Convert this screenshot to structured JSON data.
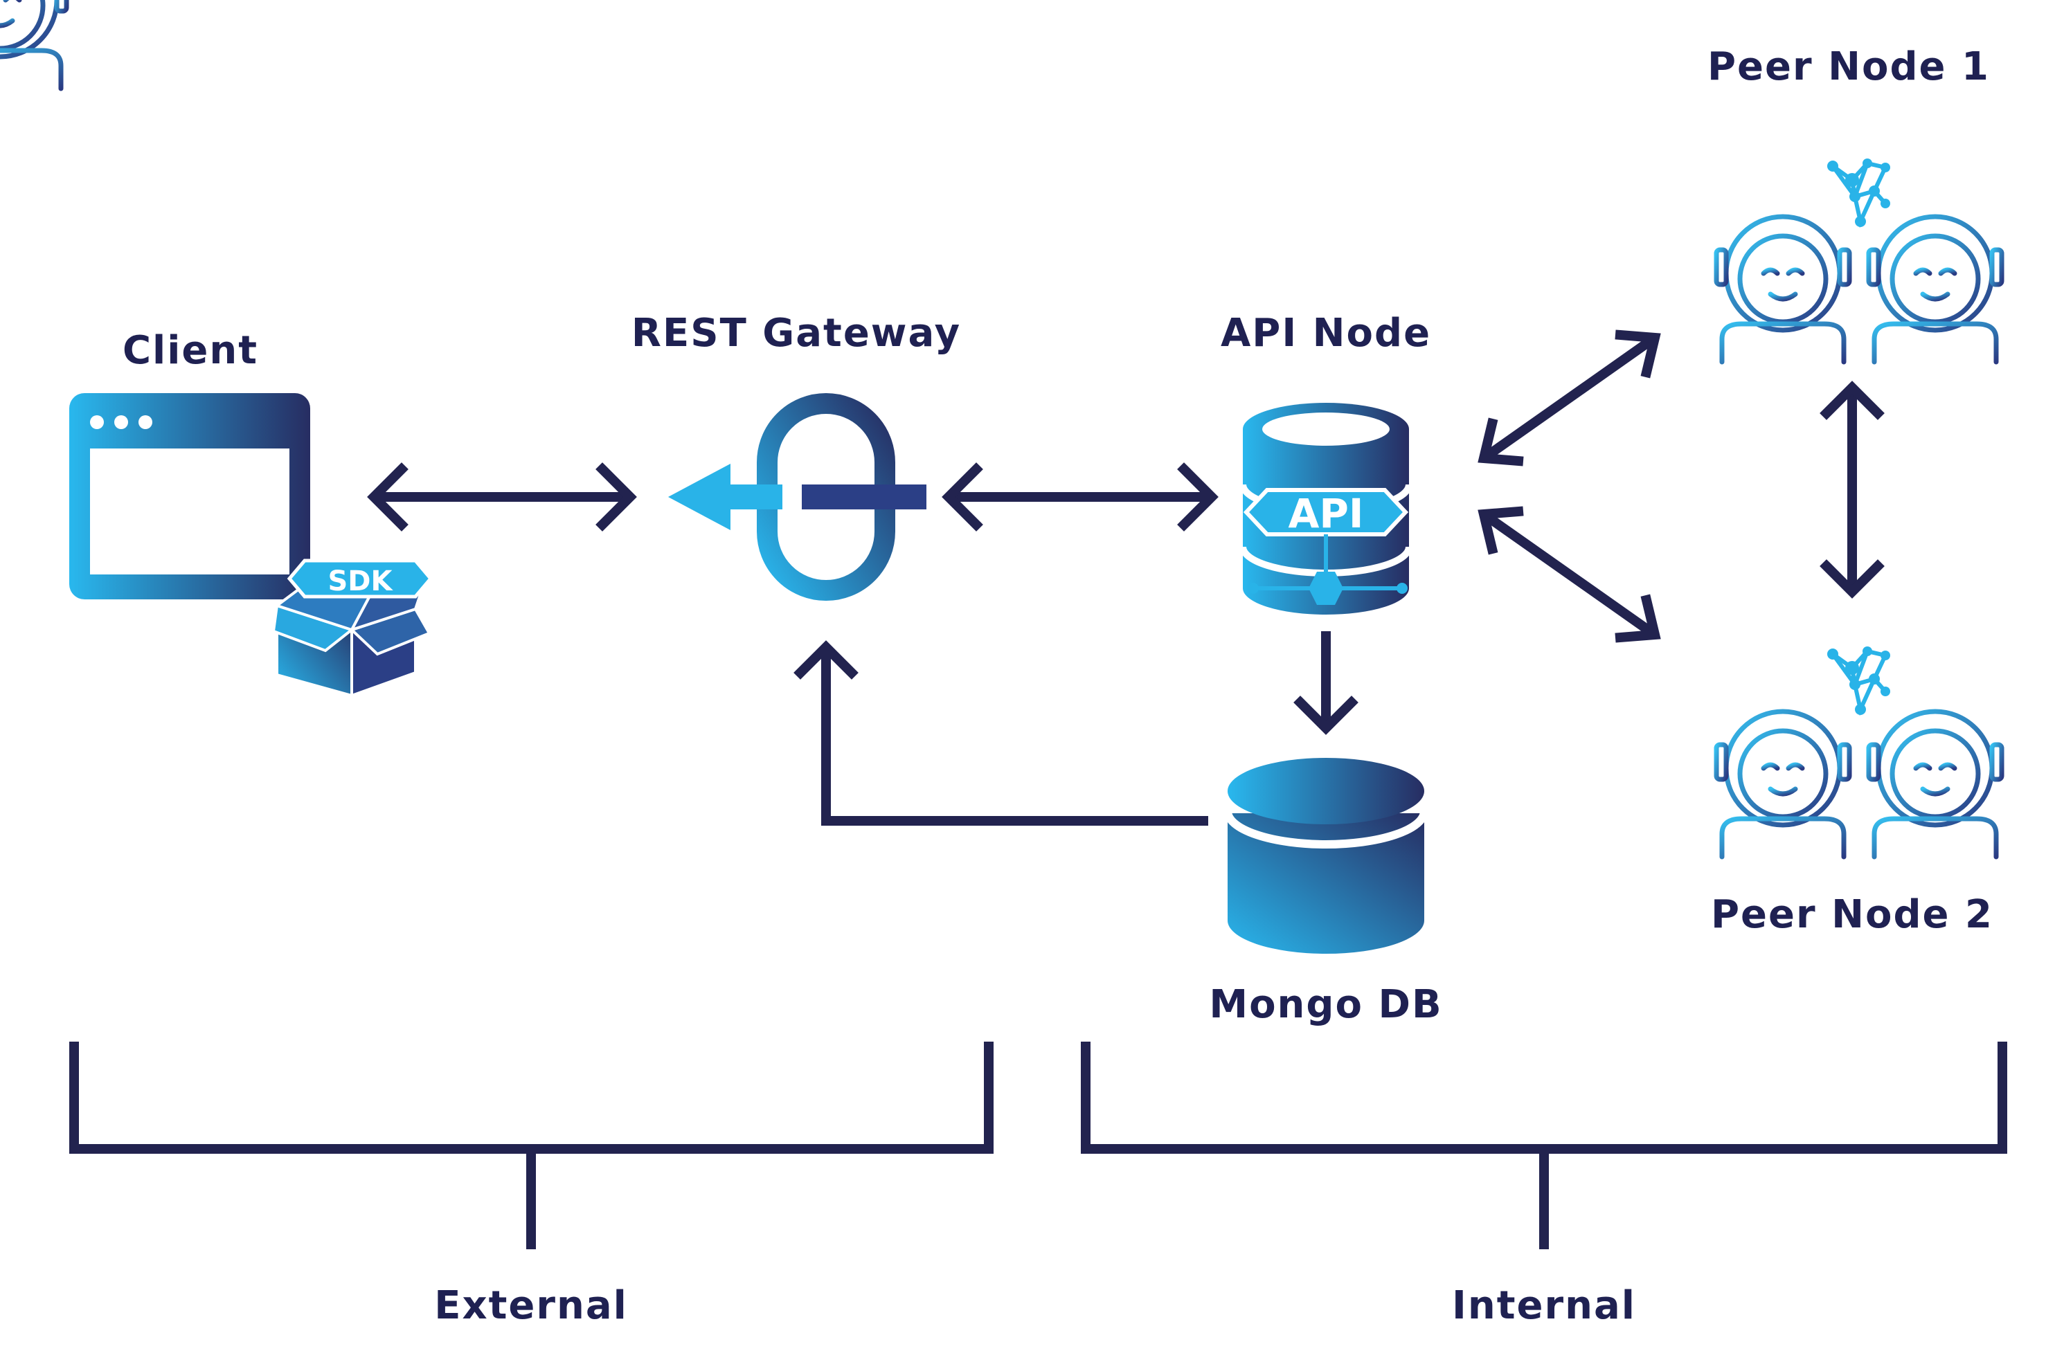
{
  "nodes": {
    "client": "Client",
    "rest_gateway": "REST Gateway",
    "api_node": "API Node",
    "mongo_db": "Mongo DB",
    "peer_node_1": "Peer Node 1",
    "peer_node_2": "Peer Node 2"
  },
  "badges": {
    "sdk": "SDK",
    "api": "API"
  },
  "groups": {
    "external": "External",
    "internal": "Internal"
  },
  "colors": {
    "line": "#22234f",
    "gradient_light": "#29b8ee",
    "gradient_dark": "#272d62",
    "text": "#1f2152"
  },
  "icons": [
    "browser-window-icon",
    "sdk-box-icon",
    "gateway-link-icon",
    "api-database-icon",
    "database-icon",
    "astronaut-peer-icon",
    "network-graph-icon"
  ]
}
